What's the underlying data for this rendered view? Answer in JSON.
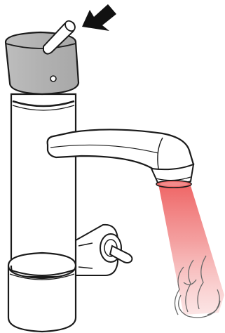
{
  "diagram": {
    "subject": "faucet-hot-water-illustration",
    "palette": {
      "background": "#ffffff",
      "outline": "#1a1a1a",
      "body": "#ffffff",
      "handle_cap": "#b4b4b4",
      "water_hot": "#ee5a5a",
      "arrow": "#111111"
    },
    "parts": [
      {
        "id": "push-arrow",
        "icon": "arrow-down-left-icon"
      },
      {
        "id": "temperature-lever",
        "icon": "lever-icon"
      },
      {
        "id": "handle-cap",
        "icon": "cap-icon"
      },
      {
        "id": "faucet-column",
        "icon": "cylinder-icon"
      },
      {
        "id": "spout",
        "icon": "spout-icon"
      },
      {
        "id": "aerator",
        "icon": "aerator-icon"
      },
      {
        "id": "hot-water-stream",
        "icon": "water-stream-icon"
      },
      {
        "id": "steam",
        "icon": "steam-icon"
      },
      {
        "id": "rear-valve",
        "icon": "valve-icon"
      }
    ]
  }
}
